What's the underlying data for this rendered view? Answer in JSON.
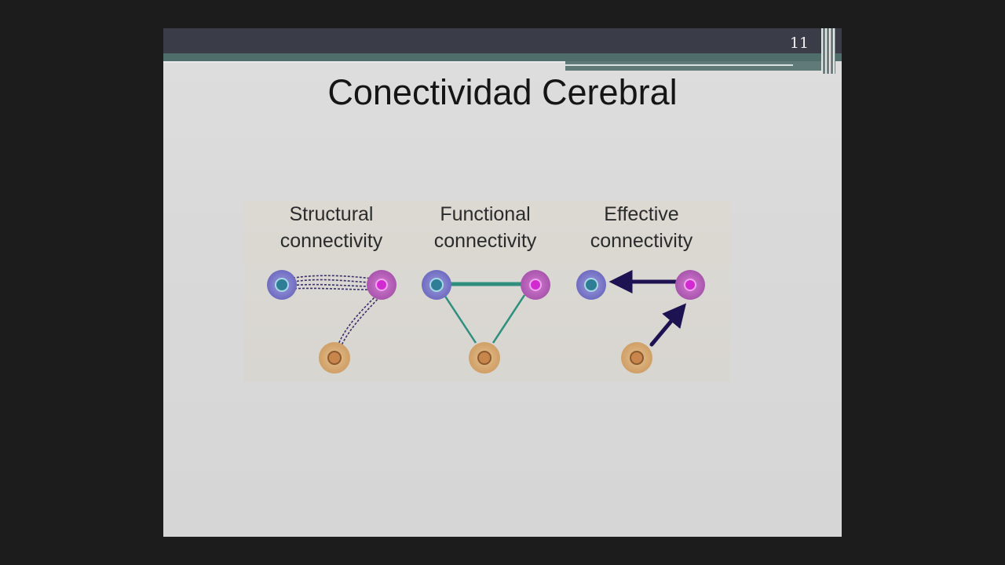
{
  "slide": {
    "number": "11",
    "title": "Conectividad Cerebral"
  },
  "figure": {
    "panels": [
      {
        "title_line1": "Structural",
        "title_line2": "connectivity",
        "connection": "dashed fiber tracts"
      },
      {
        "title_line1": "Functional",
        "title_line2": "connectivity",
        "connection": "undirected lines"
      },
      {
        "title_line1": "Effective",
        "title_line2": "connectivity",
        "connection": "directed arrows"
      }
    ],
    "node_colors": {
      "blue": "#7b78c8",
      "magenta": "#b45cb8",
      "orange": "#d6a96f"
    },
    "edge_colors": {
      "functional": "#2e8f7d",
      "effective": "#1d1352",
      "structural": "#3a2f6a"
    }
  }
}
